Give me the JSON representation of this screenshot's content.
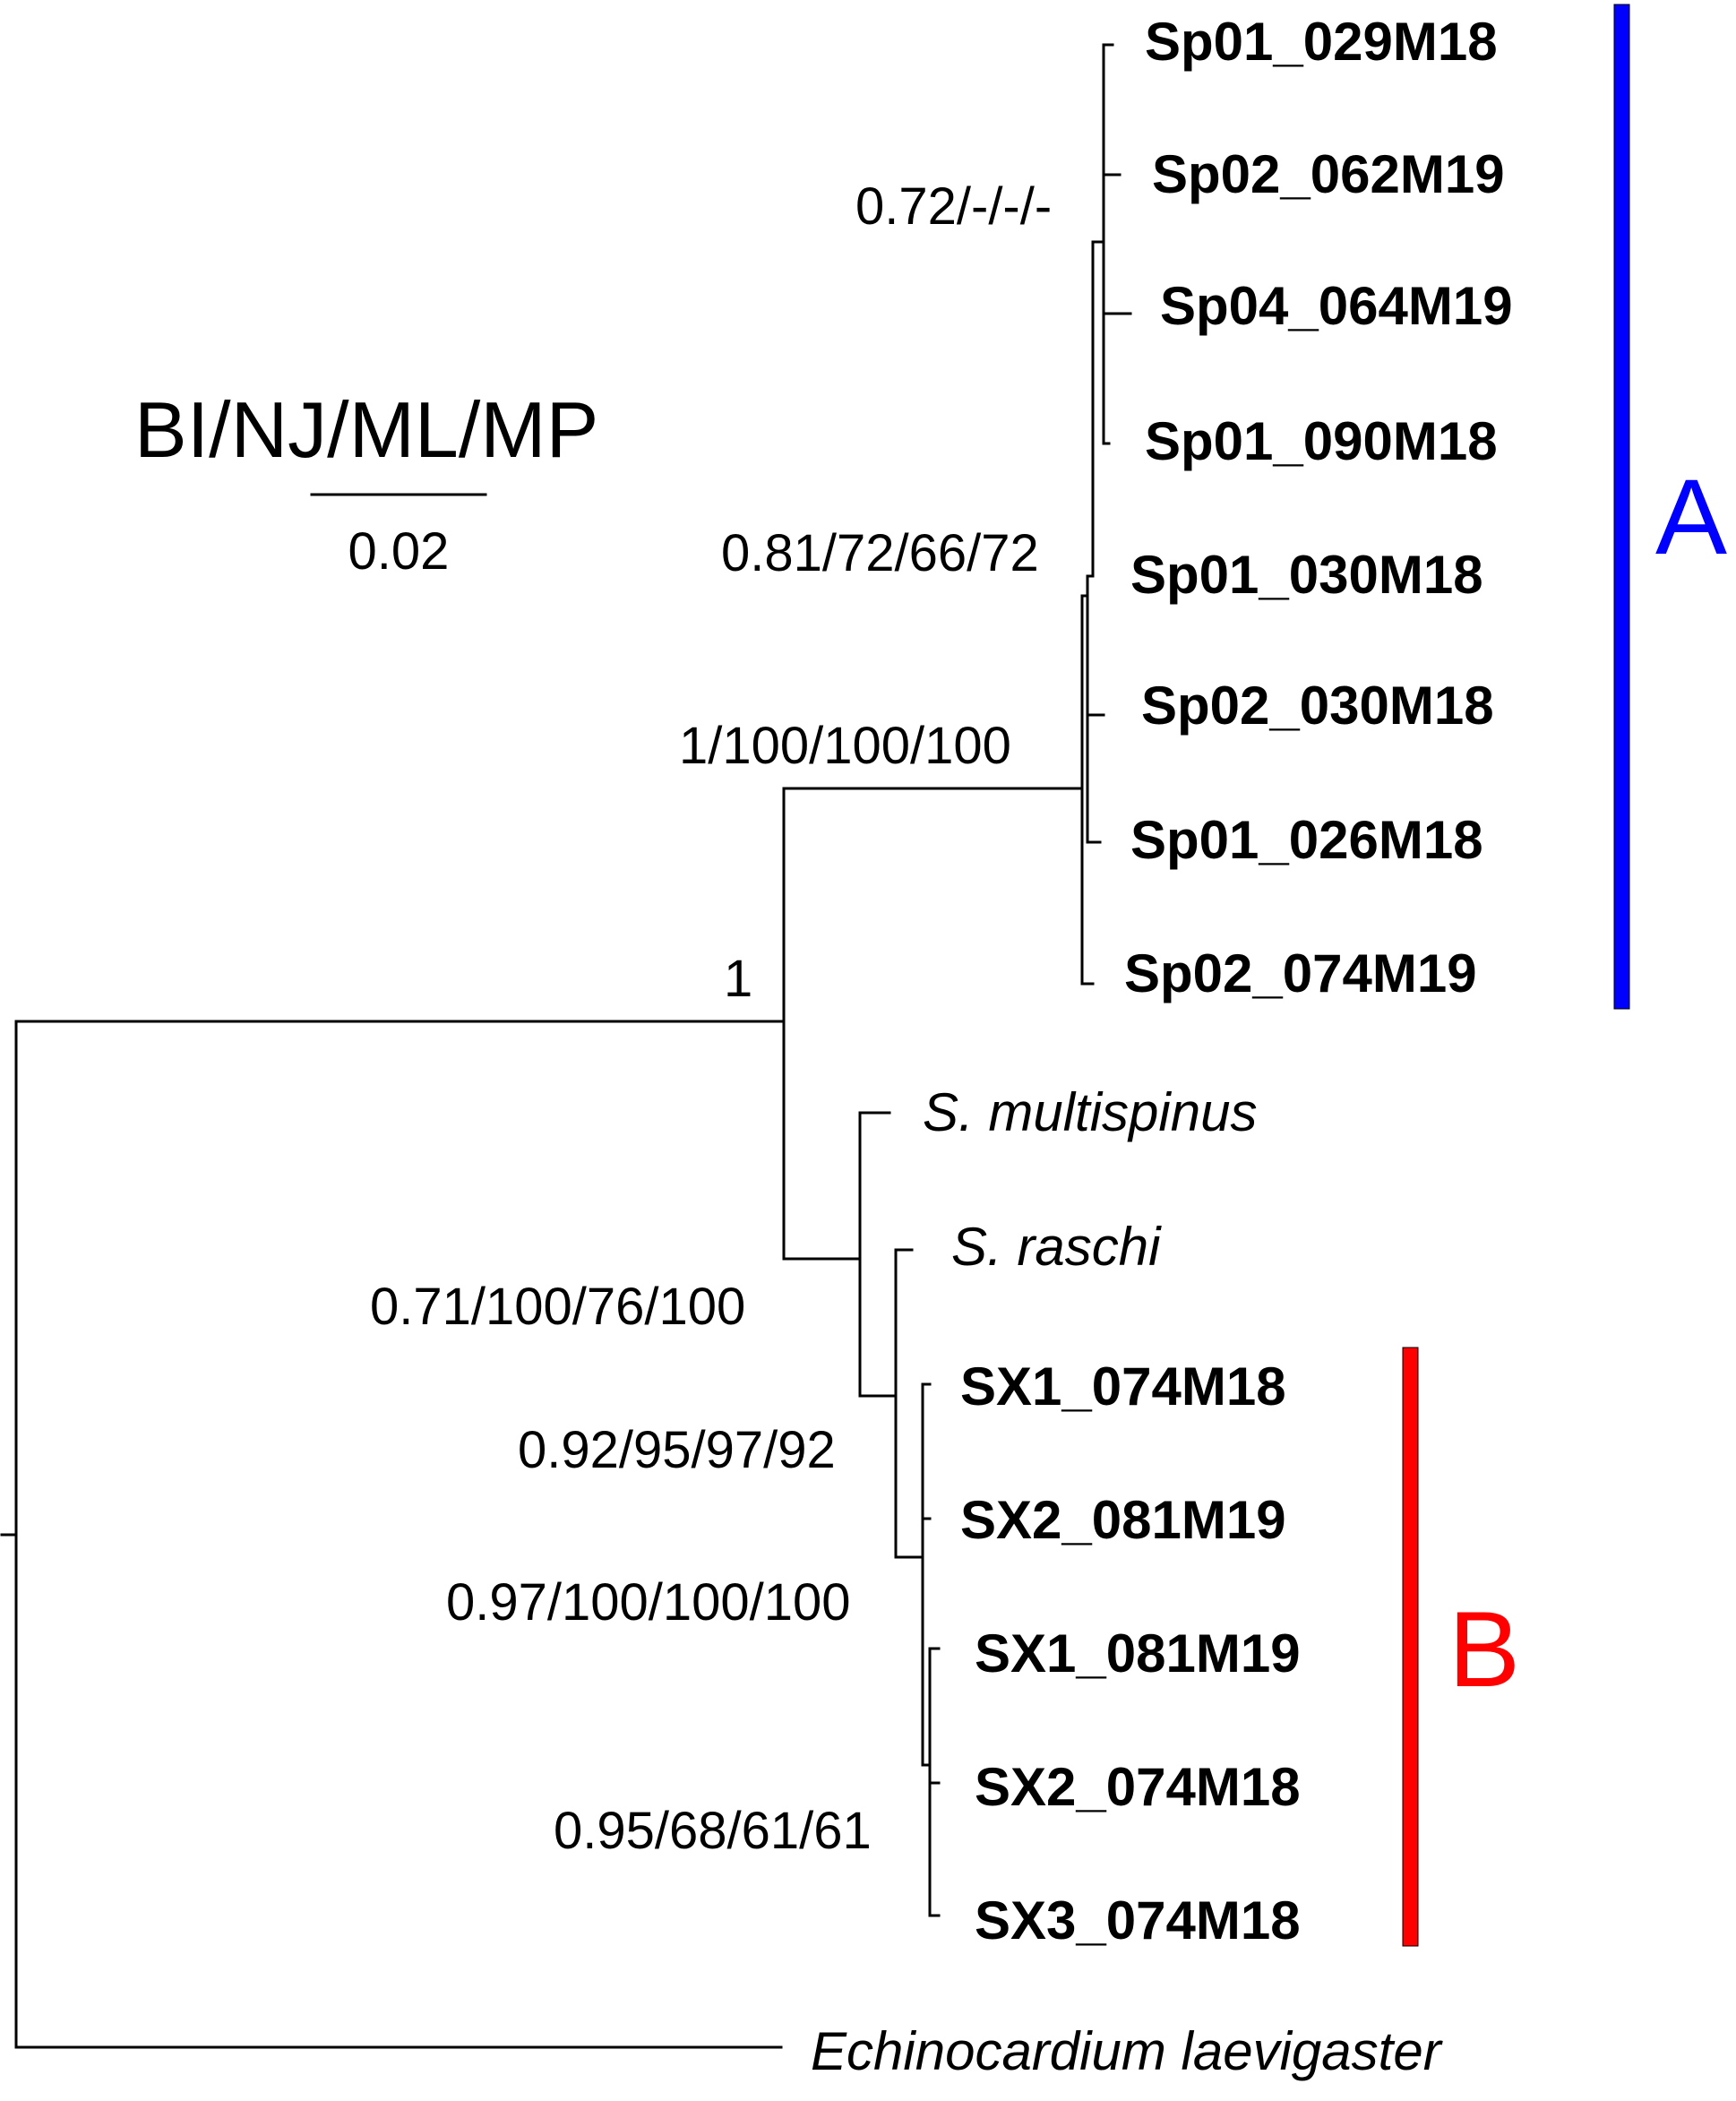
{
  "legend": {
    "methods": "BI/NJ/ML/MP",
    "scale_value": "0.02"
  },
  "taxa": {
    "t1": "Sp01_029M18",
    "t2": "Sp02_062M19",
    "t3": "Sp04_064M19",
    "t4": "Sp01_090M18",
    "t5": "Sp01_030M18",
    "t6": "Sp02_030M18",
    "t7": "Sp01_026M18",
    "t8": "Sp02_074M19",
    "t9": "S. multispinus",
    "t10": "S. raschi",
    "t11": "SX1_074M18",
    "t12": "SX2_081M19",
    "t13": "SX1_081M19",
    "t14": "SX2_074M18",
    "t15": "SX3_074M18",
    "t16": "Echinocardium laevigaster"
  },
  "supports": {
    "s1": "0.72/-/-/-",
    "s2": "0.81/72/66/72",
    "s3": "1/100/100/100",
    "s4": "1",
    "s5": "0.71/100/76/100",
    "s6": "0.92/95/97/92",
    "s7": "0.97/100/100/100",
    "s8": "0.95/68/61/61"
  },
  "clades": {
    "a": {
      "label": "A",
      "color": "#0000ff"
    },
    "b": {
      "label": "B",
      "color": "#ff0000"
    }
  }
}
